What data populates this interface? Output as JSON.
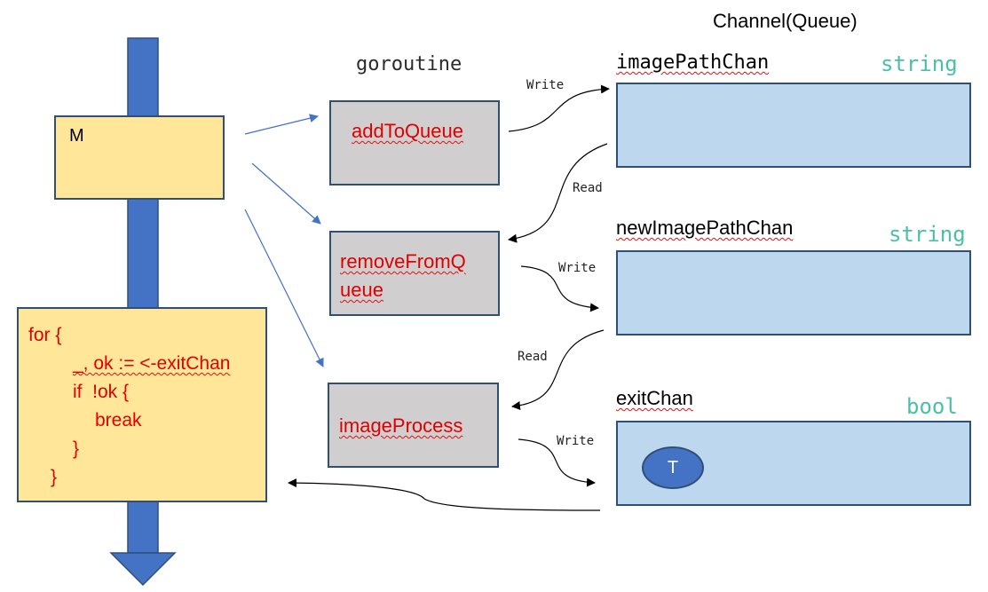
{
  "header": {
    "channel_heading": "Channel(Queue)",
    "goroutine_heading": "goroutine"
  },
  "main_routine": {
    "label": "M",
    "loop_code": [
      "for {",
      "_, ok := <-exitChan",
      "if  !ok {",
      "break",
      "}",
      "}"
    ]
  },
  "goroutines": [
    {
      "name": "addToQueue"
    },
    {
      "name_line1": "removeFromQ",
      "name_line2": "ueue"
    },
    {
      "name": "imageProcess"
    }
  ],
  "channels": [
    {
      "name": "imagePathChan",
      "type": "string"
    },
    {
      "name": "newImagePathChan",
      "type": "string"
    },
    {
      "name": "exitChan",
      "type": "bool",
      "token": "T"
    }
  ],
  "edge_labels": {
    "write1": "Write",
    "read1": "Read",
    "write2": "Write",
    "read2": "Read",
    "write3": "Write"
  },
  "colors": {
    "main_arrow": "#4472c4",
    "main_box": "#ffe699",
    "goroutine_box": "#d0cece",
    "channel_box": "#bdd7ee",
    "token": "#4472c4",
    "code_text": "#e00000",
    "type_text": "#4bbfa8"
  }
}
